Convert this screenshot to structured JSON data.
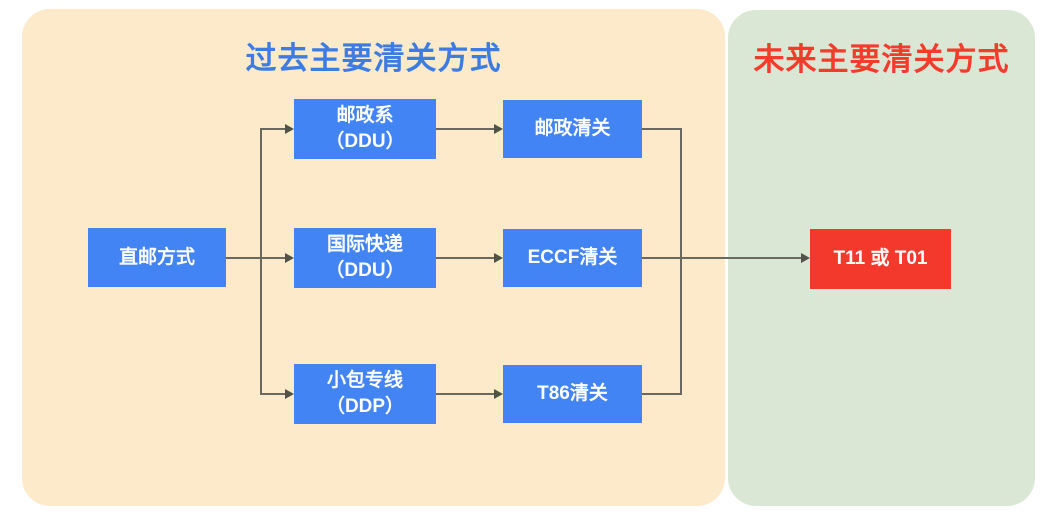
{
  "panels": {
    "past": {
      "title": "过去主要清关方式",
      "title_color": "#3D7CE2",
      "bg_color": "#FCEACB"
    },
    "future": {
      "title": "未来主要清关方式",
      "title_color": "#F43B2C",
      "bg_color": "#D9E7D4"
    }
  },
  "nodes": {
    "direct_mail": {
      "label": "直邮方式",
      "color": "#4284F3"
    },
    "postal_system": {
      "label": "邮政系\n（DDU）",
      "color": "#4284F3"
    },
    "intl_express": {
      "label": "国际快递\n（DDU）",
      "color": "#4284F3"
    },
    "small_parcel": {
      "label": "小包专线\n（DDP）",
      "color": "#4284F3"
    },
    "postal_clearance": {
      "label": "邮政清关",
      "color": "#4284F3"
    },
    "eccf_clearance": {
      "label": "ECCF清关",
      "color": "#4284F3"
    },
    "t86_clearance": {
      "label": "T86清关",
      "color": "#4284F3"
    },
    "future_mode": {
      "label": "T11 或 T01",
      "color": "#F2392B"
    }
  },
  "connector": {
    "line_color": "#6A695F",
    "arrow_color": "#52514A"
  }
}
